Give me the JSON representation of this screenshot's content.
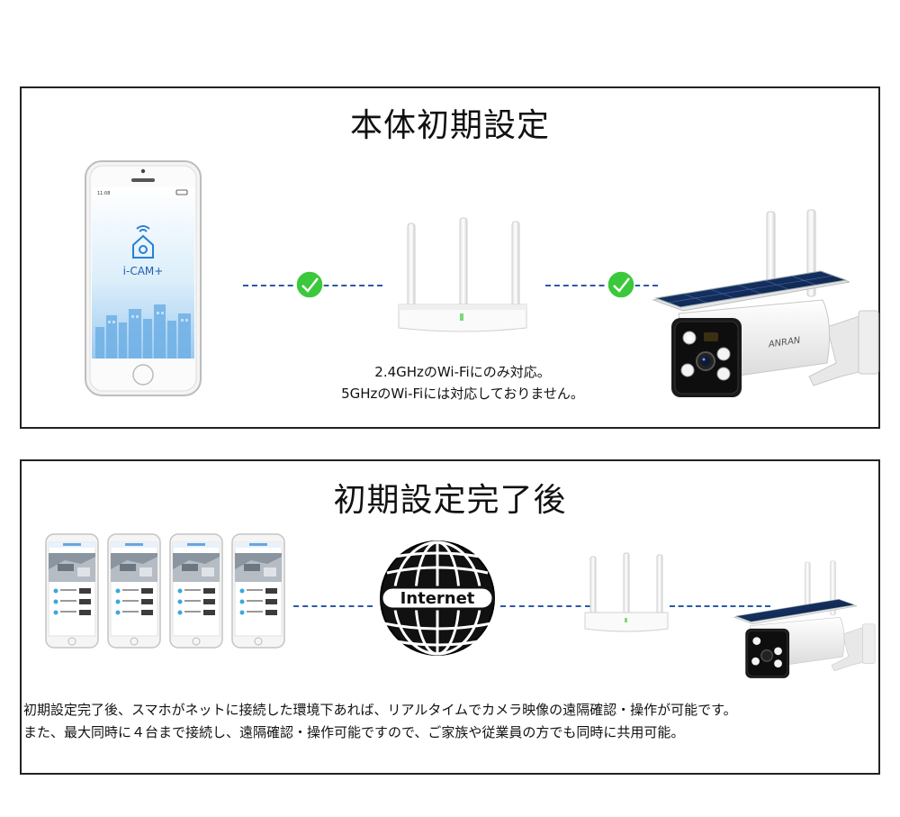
{
  "section1": {
    "title": "本体初期設定",
    "phone": {
      "status_time": "11:08",
      "app_name": "i-CAM+"
    },
    "note_line1": "2.4GHzのWi-Fiにのみ対応。",
    "note_line2": "5GHzのWi-Fiには対応しておりません。",
    "camera_brand": "ANRAN"
  },
  "section2": {
    "title": "初期設定完了後",
    "globe_label": "Internet",
    "desc_line1": "初期設定完了後、スマホがネットに接続した環境下あれば、リアルタイムでカメラ映像の遠隔確認・操作が可能です。",
    "desc_line2": "また、最大同時に４台まで接続し、遠隔確認・操作可能ですので、ご家族や従業員の方でも同時に共用可能。"
  },
  "colors": {
    "dash_blue": "#2b5aa8",
    "check_green": "#3cc83c",
    "border": "#222222"
  }
}
